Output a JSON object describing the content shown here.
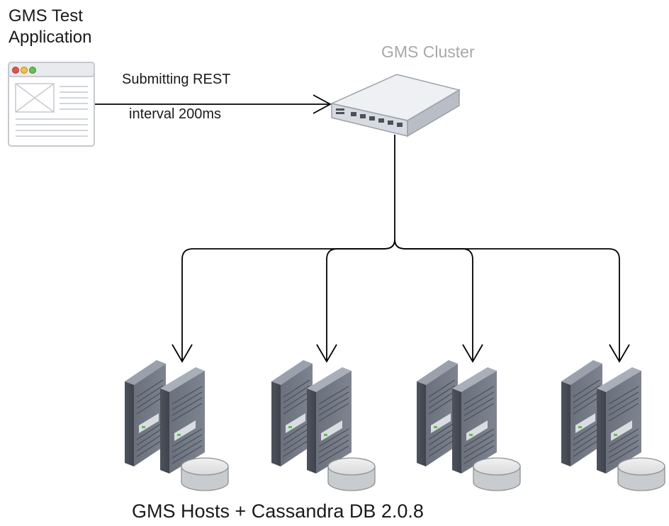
{
  "app": {
    "title": "GMS Test Application"
  },
  "cluster": {
    "label": "GMS Cluster"
  },
  "edge": {
    "line1": "Submitting REST",
    "line2": "interval 200ms"
  },
  "hosts": {
    "label": "GMS Hosts + Cassandra DB 2.0.8",
    "count": 4
  },
  "colors": {
    "line": "#000000",
    "server_dark": "#5c6370",
    "server_mid": "#8a919c",
    "server_light": "#b8bec7",
    "switch": "#dfe3ea",
    "muted_text": "#a8a8a8"
  }
}
